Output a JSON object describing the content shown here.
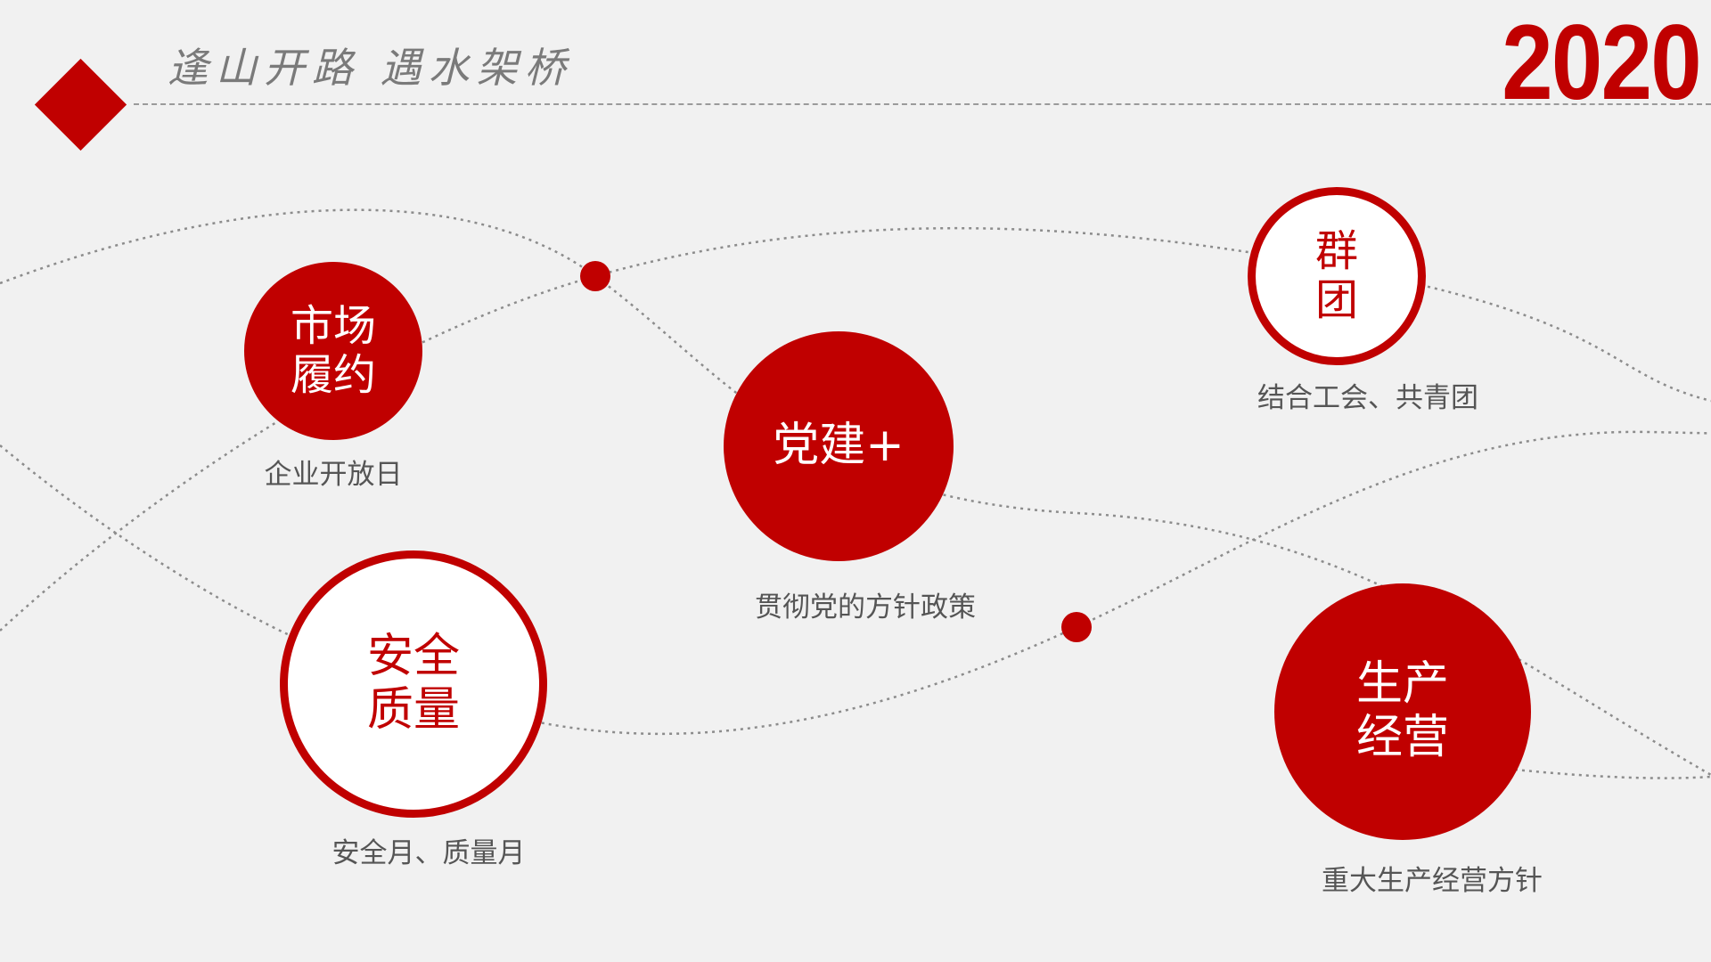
{
  "header": {
    "slogan": "逢山开路 遇水架桥",
    "year": "2020"
  },
  "colors": {
    "accent": "#c00000",
    "background": "#f1f1f1",
    "caption": "#555555",
    "slogan": "#7a7a7a"
  },
  "nodes": [
    {
      "id": "market",
      "label": "市场\n履约",
      "caption": "企业开放日",
      "style": "filled"
    },
    {
      "id": "party",
      "label": "党建+",
      "caption": "贯彻党的方针政策",
      "style": "filled"
    },
    {
      "id": "group",
      "label": "群\n团",
      "caption": "结合工会、共青团",
      "style": "outline"
    },
    {
      "id": "safety",
      "label": "安全\n质量",
      "caption": "安全月、质量月",
      "style": "outline"
    },
    {
      "id": "production",
      "label": "生产\n经营",
      "caption": "重大生产经营方针",
      "style": "filled"
    }
  ]
}
